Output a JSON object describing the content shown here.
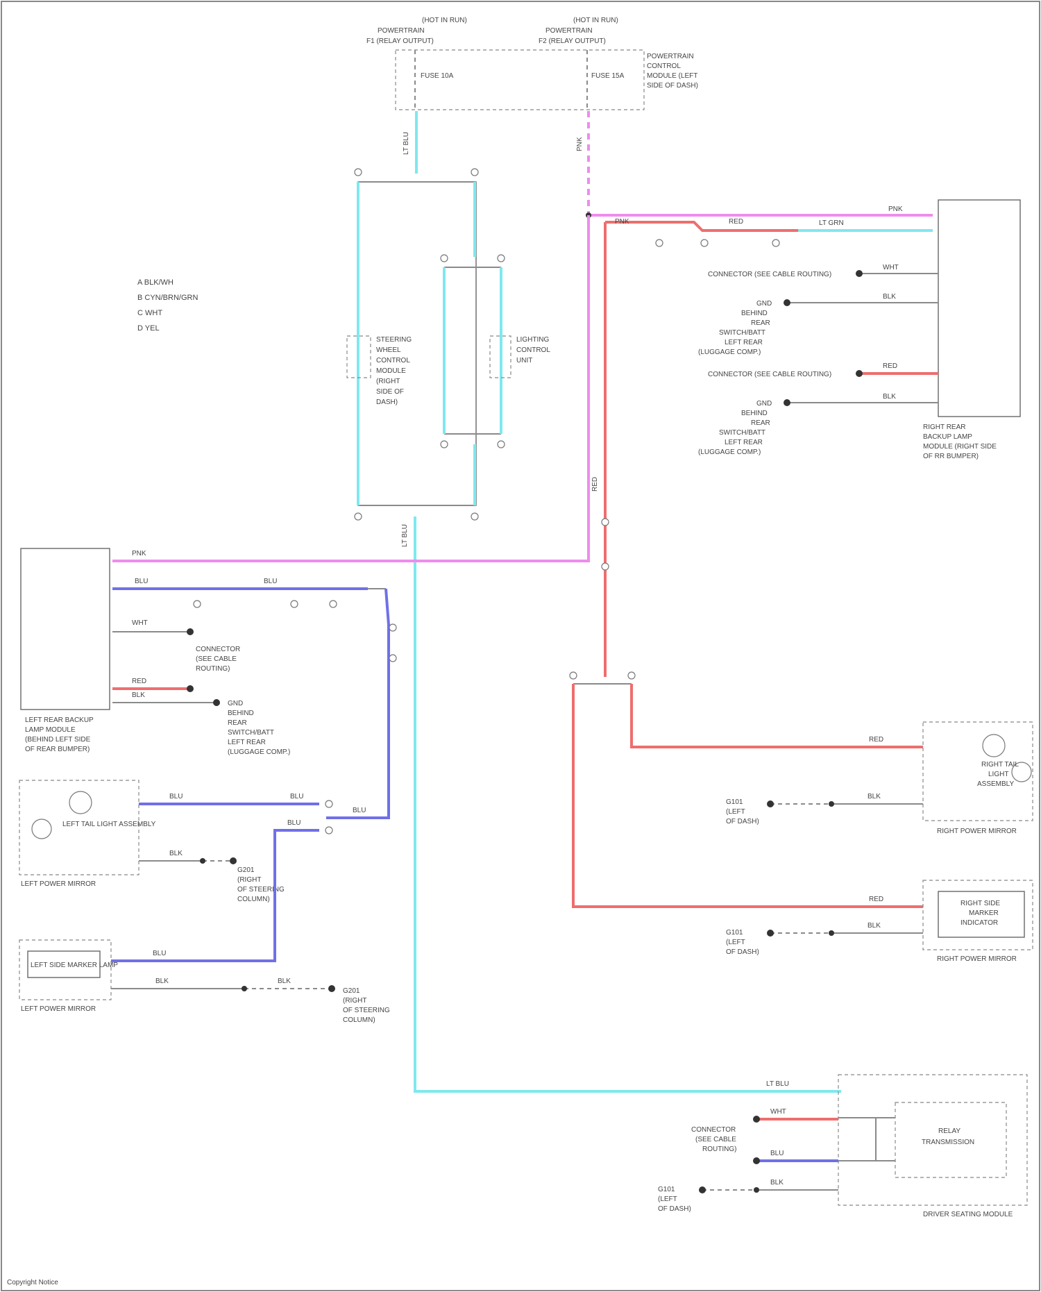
{
  "legend": [
    "A BLK/WH",
    "B CYN/BRN/GRN",
    "C WHT",
    "D YEL"
  ],
  "top_connectors": {
    "left": {
      "line1": "(HOT IN RUN)",
      "line2": "POWERTRAIN",
      "line3": "F1 (RELAY OUTPUT)",
      "fuse": "FUSE 10A"
    },
    "right": {
      "line1": "(HOT IN RUN)",
      "line2": "POWERTRAIN",
      "line3": "F2 (RELAY OUTPUT)",
      "fuse": "FUSE 15A"
    },
    "box_label": [
      "POWERTRAIN",
      "CONTROL",
      "MODULE (LEFT",
      "SIDE OF DASH)"
    ]
  },
  "center_modules": {
    "left": [
      "STEERING",
      "WHEEL",
      "CONTROL",
      "MODULE",
      "(RIGHT",
      "SIDE OF",
      "DASH)"
    ],
    "right": [
      "LIGHTING",
      "CONTROL",
      "UNIT"
    ]
  },
  "right_module": {
    "labels": [
      "RIGHT REAR",
      "BACKUP LAMP",
      "MODULE (RIGHT SIDE",
      "OF RR BUMPER)"
    ],
    "feeds": [
      "CONNECTOR (SEE CABLE ROUTING)",
      "CONNECTOR (SEE CABLE ROUTING)"
    ],
    "ground_labels": [
      "GND",
      "BEHIND",
      "REAR",
      "SWITCH/BATT",
      "LEFT REAR",
      "(LUGGAGE COMP.)"
    ],
    "wires": [
      "WHT",
      "BLK",
      "RED",
      "BLK"
    ]
  },
  "left_module": {
    "labels": [
      "LEFT REAR BACKUP",
      "LAMP MODULE",
      "(BEHIND LEFT SIDE",
      "OF REAR BUMPER)"
    ],
    "conn": [
      "CONNECTOR",
      "(SEE CABLE",
      "ROUTING)"
    ],
    "ground": [
      "GND",
      "BEHIND",
      "REAR",
      "SWITCH/BATT",
      "LEFT REAR",
      "(LUGGAGE COMP.)"
    ],
    "wires": [
      "BLU",
      "BLU",
      "RED",
      "BLK"
    ]
  },
  "left_lamps": {
    "lamp1": "LEFT TAIL LIGHT ASSEMBLY",
    "lamp1_caption": "LEFT POWER MIRROR",
    "lamp2": "LEFT SIDE MARKER LAMP",
    "lamp2_caption": "LEFT POWER MIRROR",
    "ground": [
      "G201",
      "(RIGHT",
      "OF STEERING",
      "COLUMN)"
    ],
    "ground2": [
      "G201",
      "(RIGHT",
      "OF STEERING",
      "COLUMN)"
    ]
  },
  "right_lamps": {
    "lamp1": [
      "RIGHT TAIL",
      "LIGHT",
      "ASSEMBLY"
    ],
    "lamp1_caption": "RIGHT POWER MIRROR",
    "lamp2": [
      "RIGHT SIDE",
      "MARKER",
      "INDICATOR"
    ],
    "lamp2_caption": "RIGHT POWER MIRROR",
    "ground": [
      "G101",
      "(LEFT",
      "OF DASH)"
    ],
    "ground2": [
      "G101",
      "(LEFT",
      "OF DASH)"
    ]
  },
  "bottom_module": {
    "labels": [
      "DRIVER SEATING MODULE"
    ],
    "inner": [
      "RELAY",
      "TRANSMISSION"
    ],
    "conn": [
      "CONNECTOR",
      "(SEE CABLE",
      "ROUTING)"
    ],
    "ground": [
      "G101",
      "(LEFT",
      "OF DASH)"
    ],
    "wires": [
      "LT BLU",
      "WHT",
      "BLU",
      "BLK"
    ]
  },
  "wire_labels": {
    "ltblu": "LT BLU",
    "pnk": "PNK",
    "red": "RED",
    "blu": "BLU",
    "blk": "BLK",
    "wht": "WHT",
    "ltgrn": "LT GRN"
  },
  "footer": "Copyright Notice"
}
